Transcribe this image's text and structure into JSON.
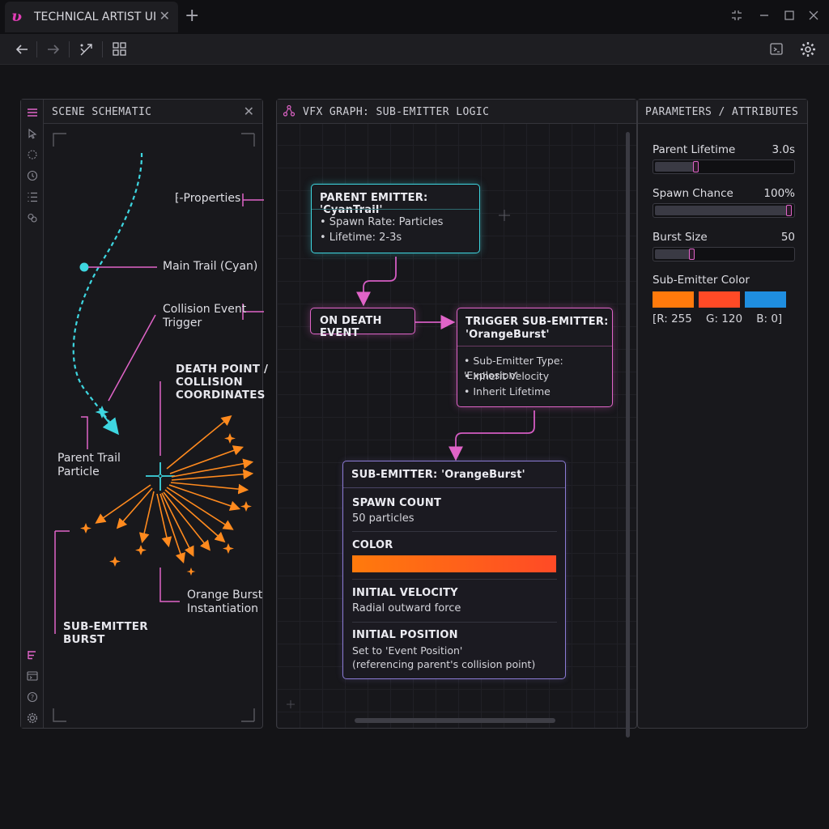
{
  "app": {
    "logo": "U",
    "tab_title": "TECHNICAL ARTIST UI"
  },
  "scene_panel": {
    "title": "SCENE SCHEMATIC",
    "labels": {
      "properties": "⁅-Properties",
      "main_trail": "Main Trail (Cyan)",
      "collision_event": "Collision Event\nTrigger",
      "death_point": "DEATH POINT /\nCOLLISION\nCOORDINATES",
      "parent_trail": "Parent Trail\nParticle",
      "orange_burst": "Orange Burst\nInstantiation",
      "sub_emitter_burst": "SUB-EMITTER\nBURST"
    }
  },
  "graph_panel": {
    "title": "VFX GRAPH: SUB-EMITTER LOGIC",
    "parent_node": {
      "title": "PARENT EMITTER: 'CyanTrail'",
      "lines": [
        "• Spawn Rate: Particles",
        "• Lifetime: 2-3s"
      ]
    },
    "death_node": {
      "title": "ON DEATH EVENT"
    },
    "trigger_node": {
      "title": "TRIGGER SUB-EMITTER:\n'OrangeBurst'",
      "lines": [
        "• Sub-Emitter Type: 'Explosion'",
        "• Inherit Velocity",
        "• Inherit Lifetime"
      ]
    },
    "sub_node": {
      "title": "SUB-EMITTER: 'OrangeBurst'",
      "sections": [
        {
          "heading": "SPAWN COUNT",
          "text": "50 particles"
        },
        {
          "heading": "COLOR",
          "text": ""
        },
        {
          "heading": "INITIAL VELOCITY",
          "text": "Radial outward force"
        },
        {
          "heading": "INITIAL POSITION",
          "text": "Set to 'Event Position'\n(referencing parent's collision point)"
        }
      ]
    }
  },
  "params_panel": {
    "title": "PARAMETERS / ATTRIBUTES",
    "params": [
      {
        "label": "Parent Lifetime",
        "value": "3.0s",
        "fraction": 0.3
      },
      {
        "label": "Spawn Chance",
        "value": "100%",
        "fraction": 1.0
      },
      {
        "label": "Burst Size",
        "value": "50",
        "fraction": 0.27
      }
    ],
    "color_label": "Sub-Emitter Color",
    "color_readout": "[R: 255    G: 120    B: 0]",
    "swatches": [
      "#ff7a0c",
      "#ff4a26",
      "#1f8ee0"
    ]
  },
  "colors": {
    "accent_pink": "#e064c8",
    "accent_cyan": "#3ed6e0",
    "orange": "#ff8a1e"
  }
}
